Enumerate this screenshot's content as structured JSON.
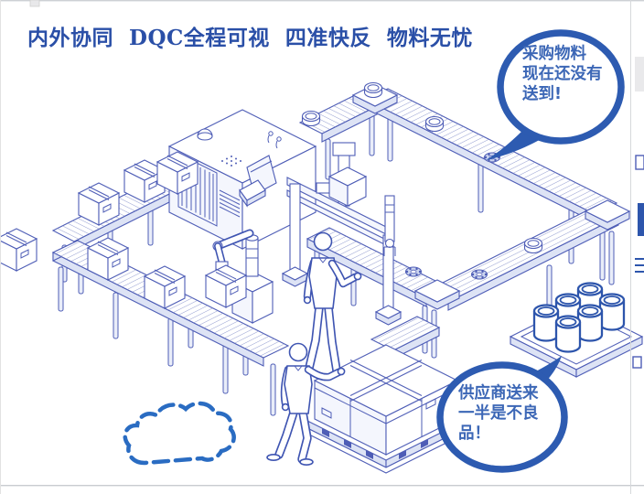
{
  "title": {
    "text": "内外协同  DQC全程可视  四准快反  物料无忧"
  },
  "bubbles": {
    "late": {
      "lines": [
        "采购物料",
        "现在还没有",
        "送到!"
      ]
    },
    "defect": {
      "lines": [
        "供应商送来",
        "一半是不良",
        "品！"
      ]
    }
  },
  "colors": {
    "title_text": "#2a4fa7",
    "bubble_border": "#2d5bb1",
    "bubble_text": "#3c67b6",
    "line_art": "#4e5db6",
    "line_art_bold": "#2d55ac",
    "cloud": "#2a6cc2",
    "background": "#ffffff"
  },
  "icons": {
    "cloud": "cloud-icon",
    "bubble1": "speech-bubble-icon",
    "bubble2": "speech-bubble-icon"
  }
}
